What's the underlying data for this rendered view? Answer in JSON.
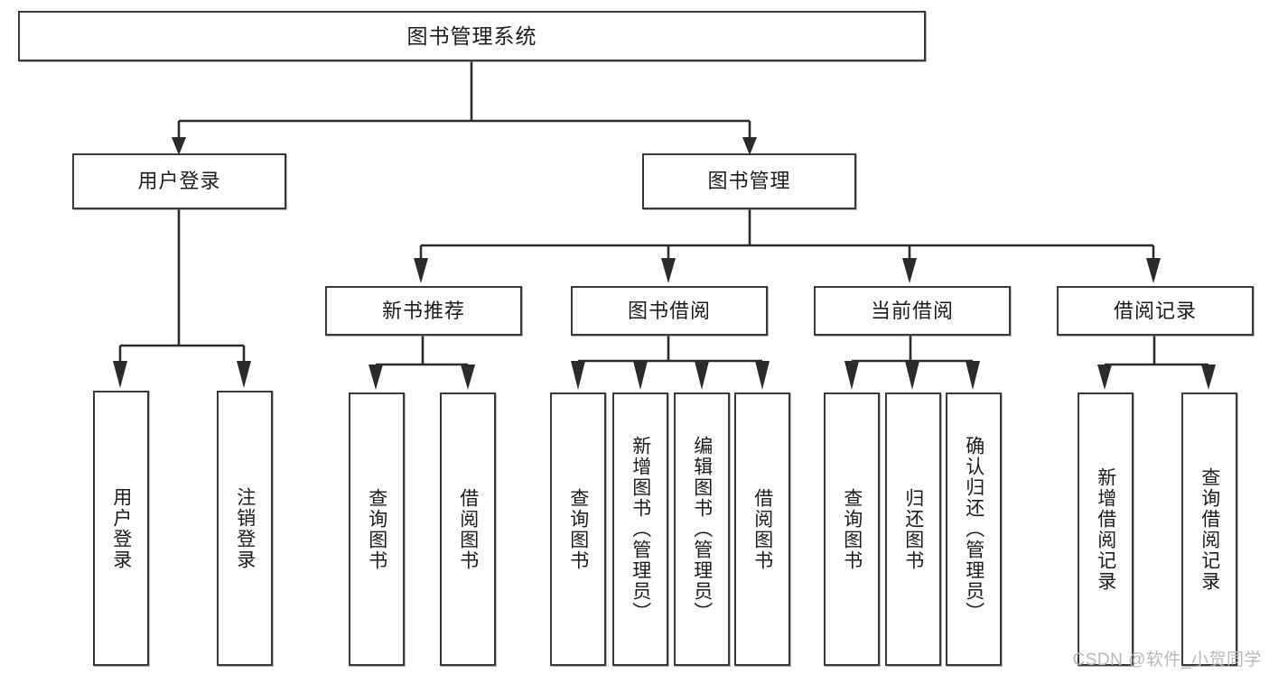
{
  "diagram": {
    "title": "图书管理系统",
    "watermark": "CSDN @软件_小贺同学",
    "colors": {
      "box_border": "#3a3a3a",
      "connector": "#2b2b2b",
      "background": "#ffffff",
      "text": "#1c1c1c",
      "watermark": "#b9b9b9"
    },
    "type": "tree",
    "root": "图书管理系统",
    "level2": [
      {
        "label": "用户登录"
      },
      {
        "label": "图书管理"
      }
    ],
    "level3": [
      {
        "label": "新书推荐"
      },
      {
        "label": "图书借阅"
      },
      {
        "label": "当前借阅"
      },
      {
        "label": "借阅记录"
      }
    ],
    "leaves": {
      "user_login": [
        "用户登录",
        "注销登录"
      ],
      "new_book": [
        "查询图书",
        "借阅图书"
      ],
      "borrow_book": [
        "查询图书",
        "新增图书（管理员）",
        "编辑图书（管理员）",
        "借阅图书"
      ],
      "current_borrow": [
        "查询图书",
        "归还图书",
        "确认归还（管理员）"
      ],
      "borrow_record": [
        "新增借阅记录",
        "查询借阅记录"
      ]
    },
    "edges": [
      {
        "from": "图书管理系统",
        "to": "用户登录"
      },
      {
        "from": "图书管理系统",
        "to": "图书管理"
      },
      {
        "from": "用户登录",
        "to": "用户登录"
      },
      {
        "from": "用户登录",
        "to": "注销登录"
      },
      {
        "from": "图书管理",
        "to": "新书推荐"
      },
      {
        "from": "图书管理",
        "to": "图书借阅"
      },
      {
        "from": "图书管理",
        "to": "当前借阅"
      },
      {
        "from": "图书管理",
        "to": "借阅记录"
      },
      {
        "from": "新书推荐",
        "to": "查询图书"
      },
      {
        "from": "新书推荐",
        "to": "借阅图书"
      },
      {
        "from": "图书借阅",
        "to": "查询图书"
      },
      {
        "from": "图书借阅",
        "to": "新增图书（管理员）"
      },
      {
        "from": "图书借阅",
        "to": "编辑图书（管理员）"
      },
      {
        "from": "图书借阅",
        "to": "借阅图书"
      },
      {
        "from": "当前借阅",
        "to": "查询图书"
      },
      {
        "from": "当前借阅",
        "to": "归还图书"
      },
      {
        "from": "当前借阅",
        "to": "确认归还（管理员）"
      },
      {
        "from": "借阅记录",
        "to": "新增借阅记录"
      },
      {
        "from": "借阅记录",
        "to": "查询借阅记录"
      }
    ]
  }
}
